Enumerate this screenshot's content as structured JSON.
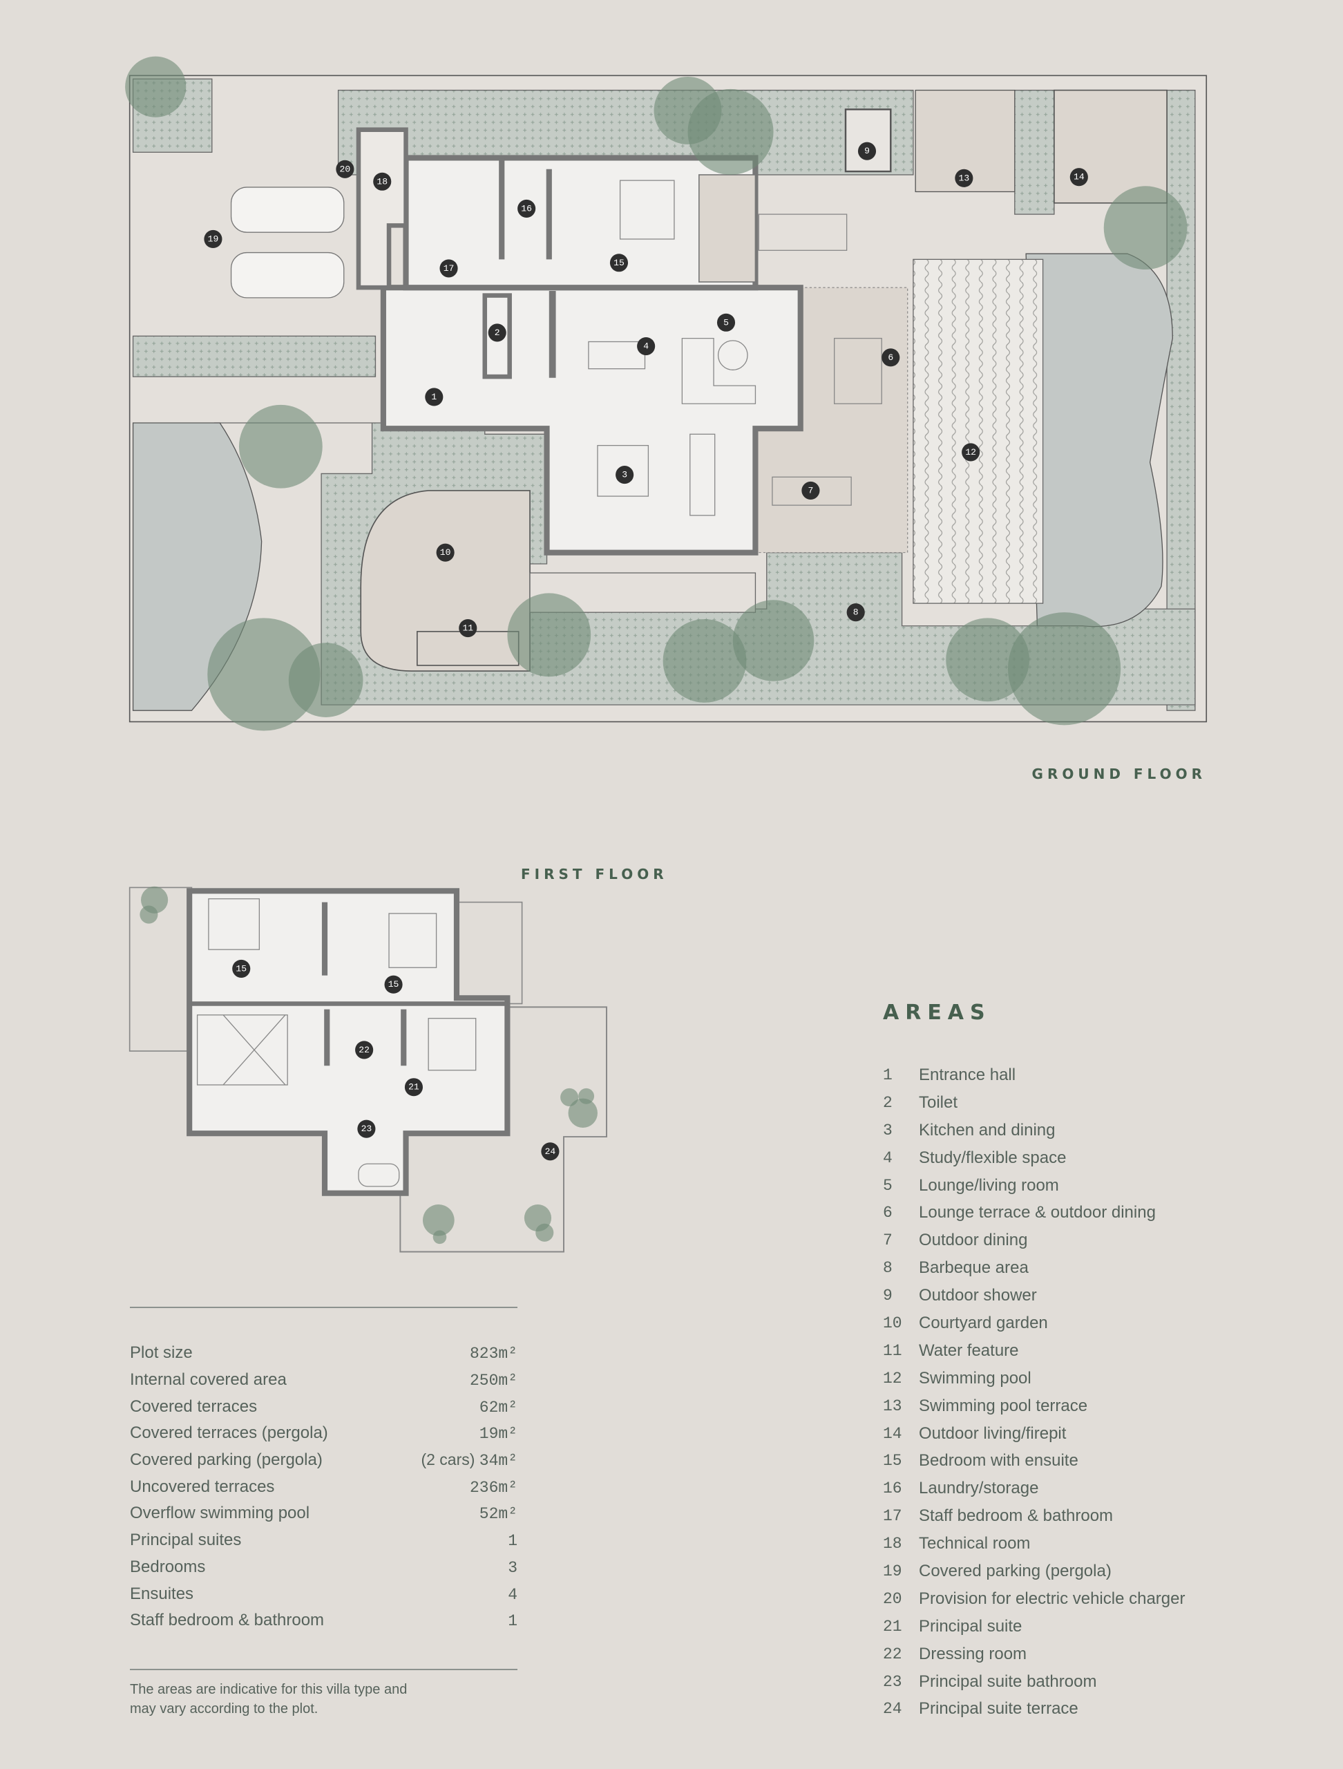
{
  "plans": {
    "ground_floor_label": "GROUND FLOOR",
    "first_floor_label": "FIRST FLOOR",
    "ground_markers": [
      "1",
      "2",
      "3",
      "4",
      "5",
      "6",
      "7",
      "8",
      "9",
      "10",
      "11",
      "12",
      "13",
      "14",
      "15",
      "16",
      "17",
      "18",
      "19",
      "20"
    ],
    "first_markers": [
      "15",
      "15",
      "22",
      "21",
      "23",
      "24"
    ]
  },
  "areas": {
    "title": "AREAS",
    "items": [
      {
        "num": "1",
        "label": "Entrance hall"
      },
      {
        "num": "2",
        "label": "Toilet"
      },
      {
        "num": "3",
        "label": "Kitchen and dining"
      },
      {
        "num": "4",
        "label": "Study/flexible space"
      },
      {
        "num": "5",
        "label": "Lounge/living room"
      },
      {
        "num": "6",
        "label": "Lounge terrace & outdoor dining"
      },
      {
        "num": "7",
        "label": "Outdoor dining"
      },
      {
        "num": "8",
        "label": "Barbeque area"
      },
      {
        "num": "9",
        "label": "Outdoor shower"
      },
      {
        "num": "10",
        "label": "Courtyard garden"
      },
      {
        "num": "11",
        "label": "Water feature"
      },
      {
        "num": "12",
        "label": "Swimming pool"
      },
      {
        "num": "13",
        "label": "Swimming pool terrace"
      },
      {
        "num": "14",
        "label": "Outdoor living/firepit"
      },
      {
        "num": "15",
        "label": "Bedroom with ensuite"
      },
      {
        "num": "16",
        "label": "Laundry/storage"
      },
      {
        "num": "17",
        "label": "Staff bedroom & bathroom"
      },
      {
        "num": "18",
        "label": "Technical room"
      },
      {
        "num": "19",
        "label": "Covered parking (pergola)"
      },
      {
        "num": "20",
        "label": "Provision for electric vehicle charger"
      },
      {
        "num": "21",
        "label": "Principal suite"
      },
      {
        "num": "22",
        "label": "Dressing room"
      },
      {
        "num": "23",
        "label": "Principal suite bathroom"
      },
      {
        "num": "24",
        "label": "Principal suite terrace"
      }
    ]
  },
  "stats": [
    {
      "label": "Plot size",
      "prefix": "",
      "value": "823m²"
    },
    {
      "label": "Internal covered area",
      "prefix": "",
      "value": "250m²"
    },
    {
      "label": "Covered terraces",
      "prefix": "",
      "value": "62m²"
    },
    {
      "label": "Covered terraces (pergola)",
      "prefix": "",
      "value": "19m²"
    },
    {
      "label": "Covered parking (pergola)",
      "prefix": "(2 cars) ",
      "value": "34m²"
    },
    {
      "label": "Uncovered terraces",
      "prefix": "",
      "value": "236m²"
    },
    {
      "label": "Overflow swimming pool",
      "prefix": "",
      "value": "52m²"
    },
    {
      "label": "Principal suites",
      "prefix": "",
      "value": "1"
    },
    {
      "label": "Bedrooms",
      "prefix": "",
      "value": "3"
    },
    {
      "label": "Ensuites",
      "prefix": "",
      "value": "4"
    },
    {
      "label": "Staff bedroom & bathroom",
      "prefix": "",
      "value": "1"
    }
  ],
  "note": "The areas are indicative for this villa type and may vary according to the plot.",
  "colors": {
    "background": "#e1ddd8",
    "heading": "#47604f",
    "text": "#56625b",
    "wall": "#7a7a7a",
    "garden": "#c5ccc6",
    "tree": "#6f8a76",
    "water": "#c3c8c6"
  }
}
